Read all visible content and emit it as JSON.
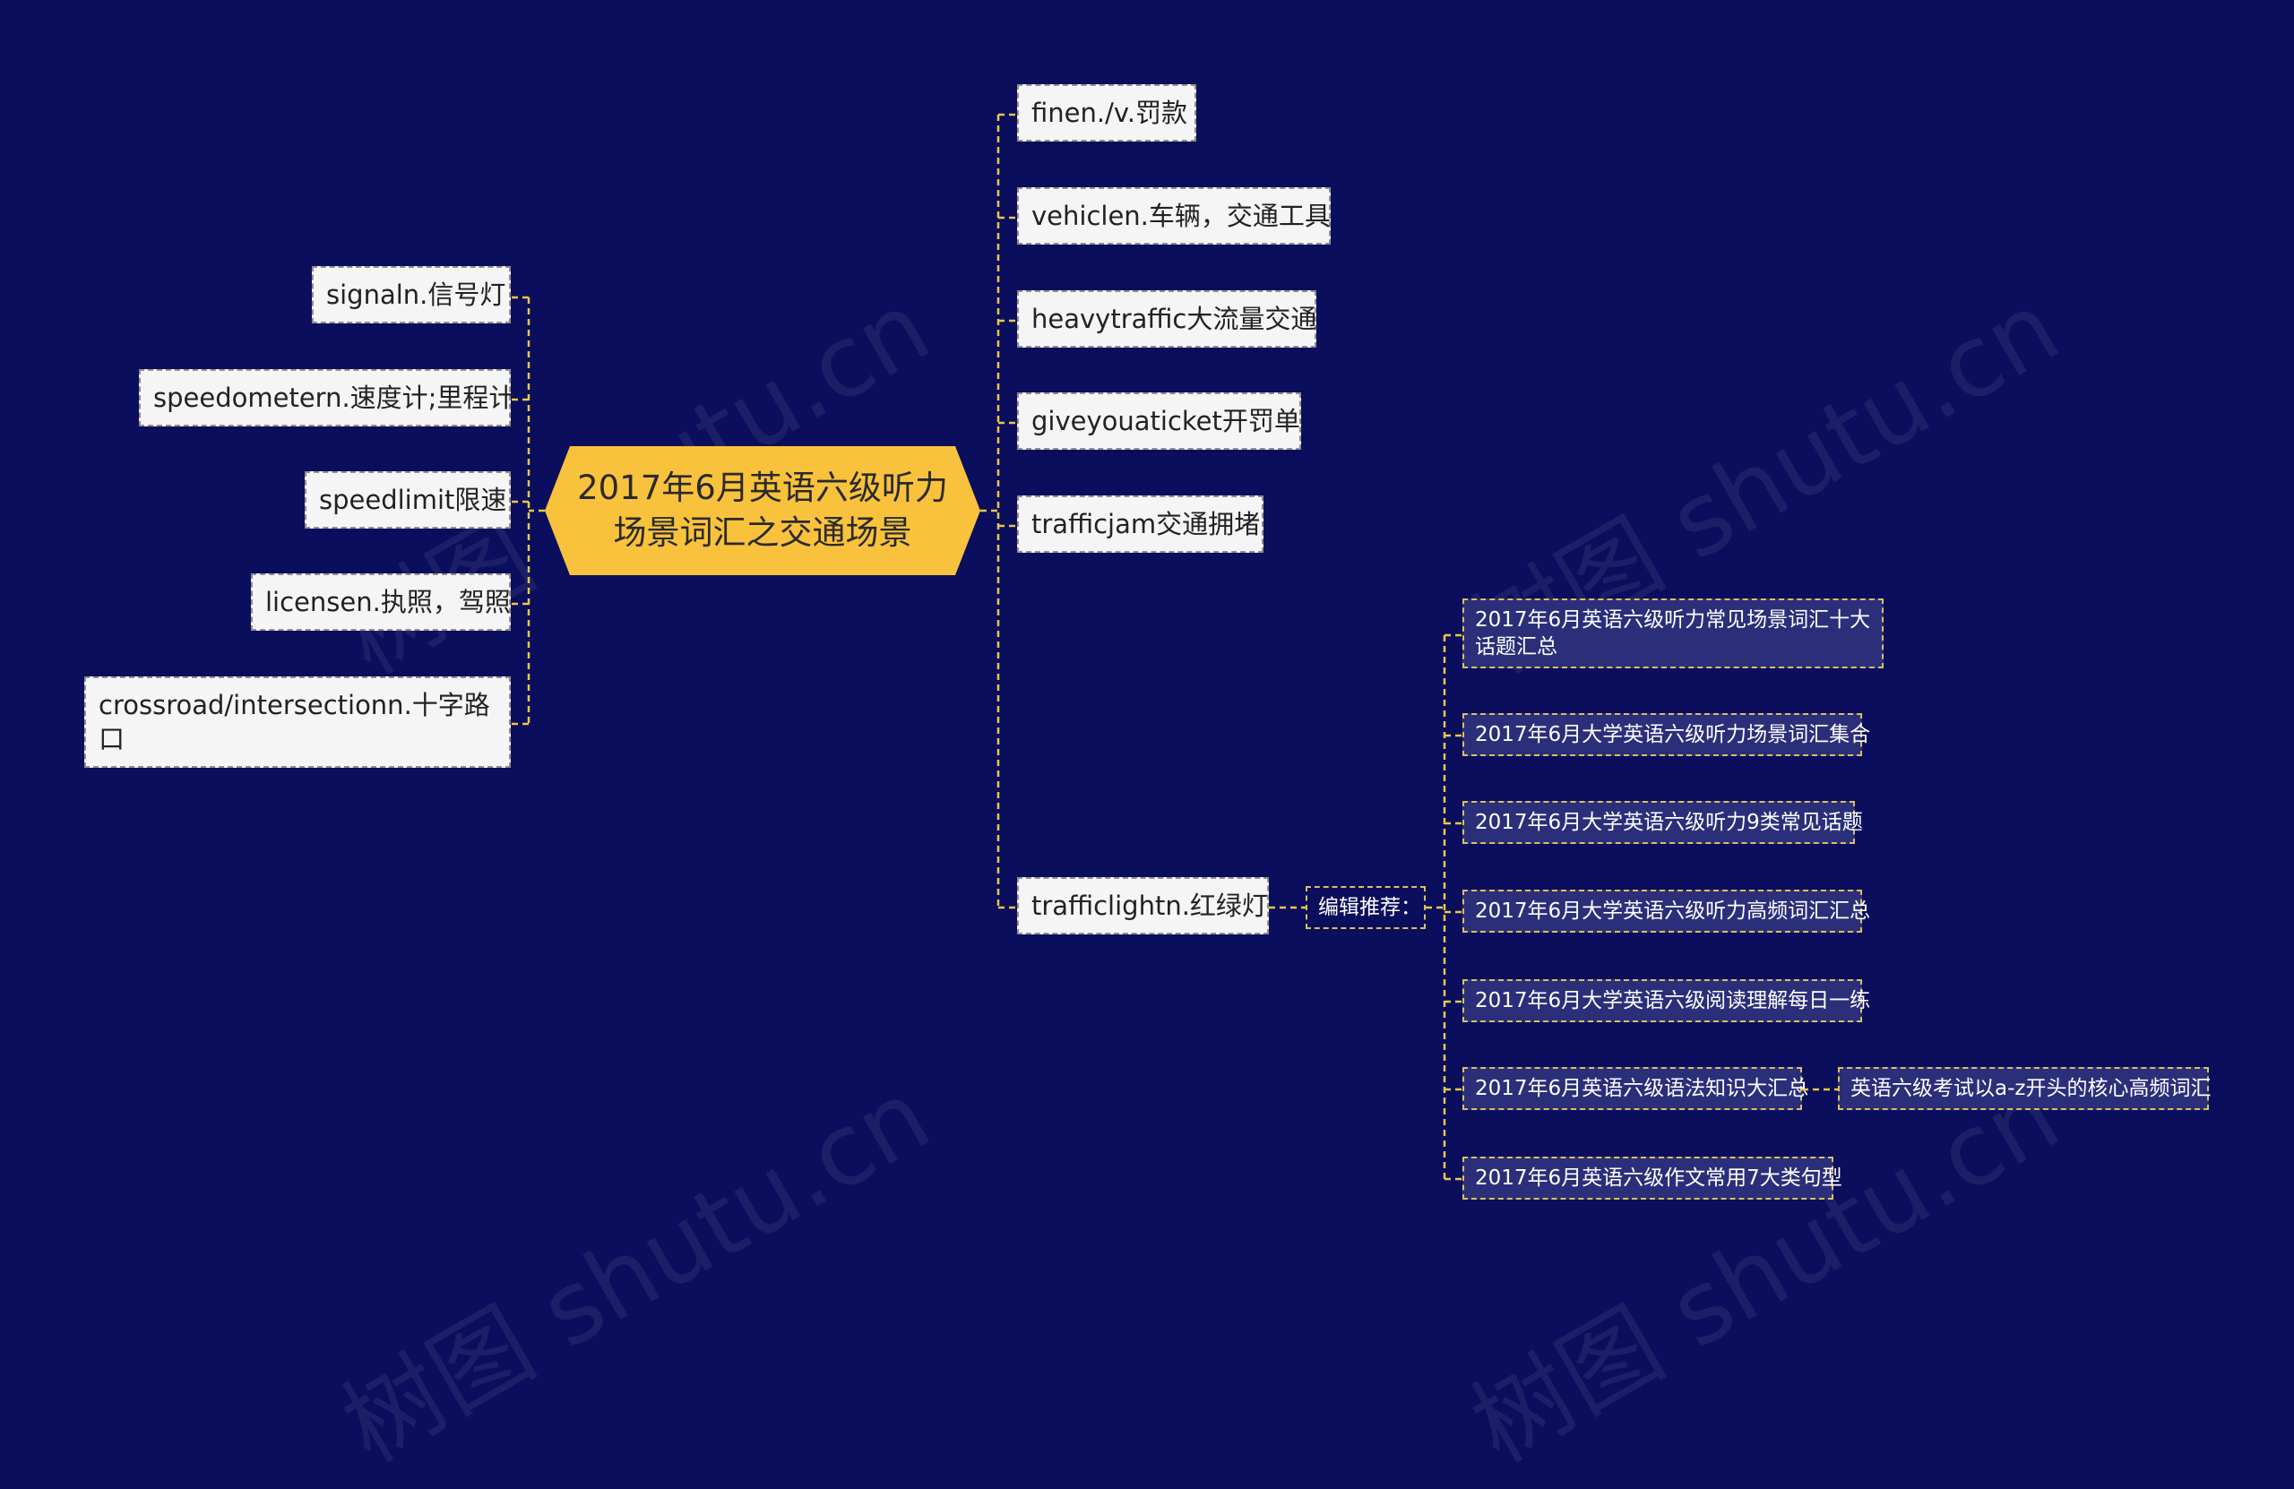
{
  "root": {
    "title": "2017年6月英语六级听力场景词汇之交通场景"
  },
  "left_nodes": [
    {
      "label": "signaln.信号灯"
    },
    {
      "label": "speedometern.速度计;里程计"
    },
    {
      "label": "speedlimit限速"
    },
    {
      "label": "licensen.执照，驾照"
    },
    {
      "label": "crossroad/intersectionn.十字路口"
    }
  ],
  "right_nodes": [
    {
      "label": "finen./v.罚款"
    },
    {
      "label": "vehiclen.车辆，交通工具"
    },
    {
      "label": "heavytraffic大流量交通"
    },
    {
      "label": "giveyouaticket开罚单"
    },
    {
      "label": "trafficjam交通拥堵"
    },
    {
      "label": "trafficlightn.红绿灯"
    }
  ],
  "recommend": {
    "label": "编辑推荐：",
    "items": [
      {
        "label": "2017年6月英语六级听力常见场景词汇十大话题汇总"
      },
      {
        "label": "2017年6月大学英语六级听力场景词汇集合"
      },
      {
        "label": "2017年6月大学英语六级听力9类常见话题"
      },
      {
        "label": "2017年6月大学英语六级听力高频词汇汇总"
      },
      {
        "label": "2017年6月大学英语六级阅读理解每日一练"
      },
      {
        "label": "2017年6月英语六级语法知识大汇总"
      },
      {
        "label": "2017年6月英语六级作文常用7大类句型"
      }
    ],
    "sub_item": {
      "label": "英语六级考试以a-z开头的核心高频词汇"
    }
  },
  "watermark": {
    "text": "树图 shutu.cn"
  },
  "colors": {
    "background": "#0b0e5c",
    "root": "#f9c23c",
    "connector": "#e8c84a"
  }
}
